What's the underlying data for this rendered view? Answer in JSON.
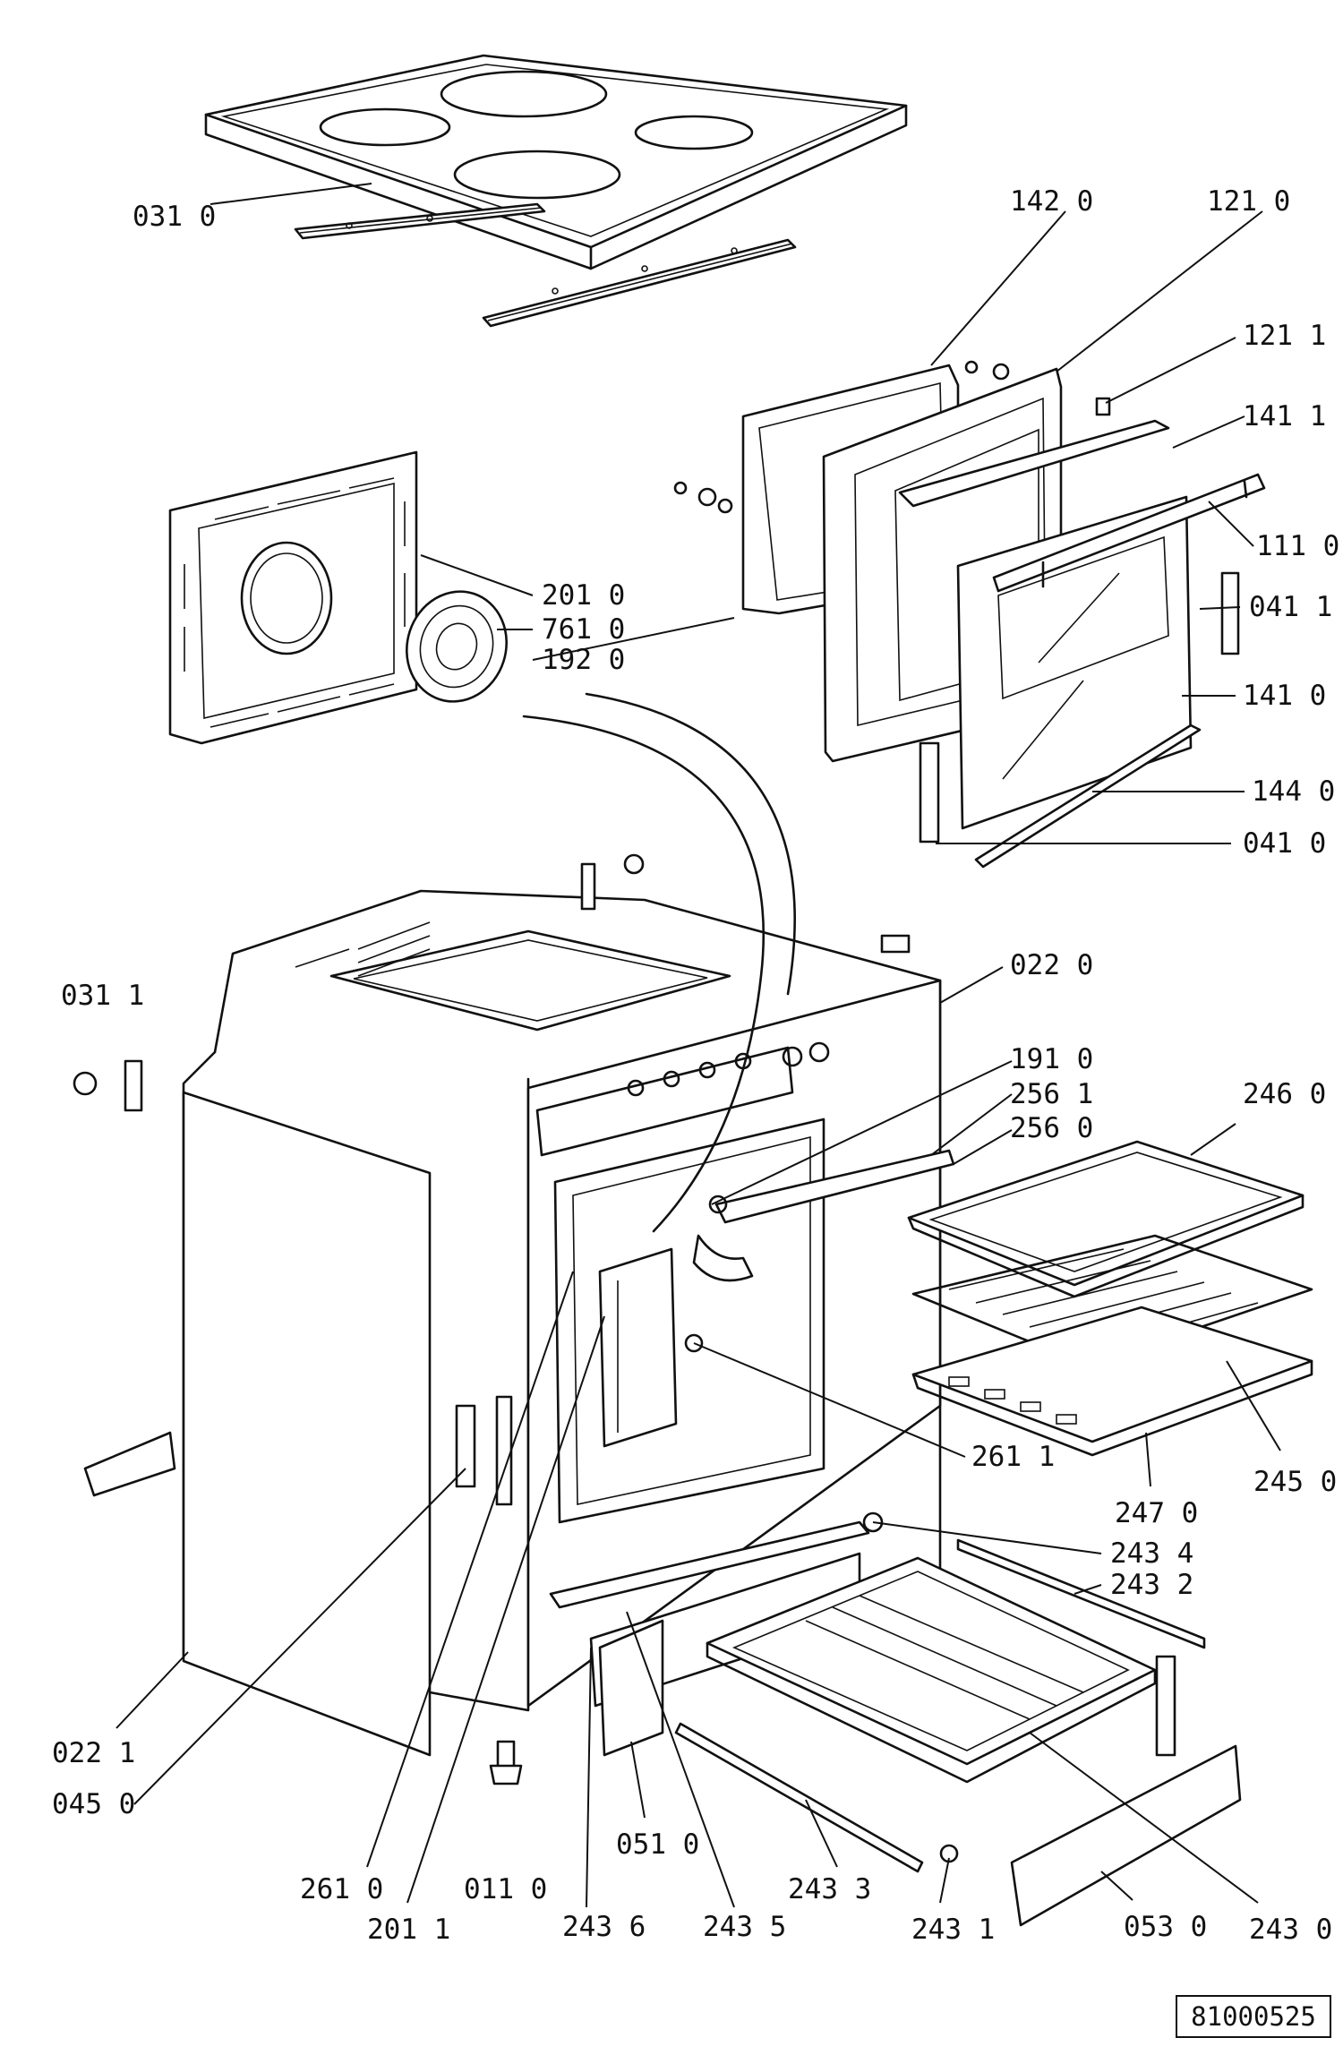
{
  "diagram": {
    "drawing_number": "81000525",
    "part_labels": [
      {
        "id": "031-0",
        "text": "031 0"
      },
      {
        "id": "142-0",
        "text": "142 0"
      },
      {
        "id": "121-0",
        "text": "121 0"
      },
      {
        "id": "121-1",
        "text": "121 1"
      },
      {
        "id": "141-1",
        "text": "141 1"
      },
      {
        "id": "111-0",
        "text": "111 0"
      },
      {
        "id": "041-1",
        "text": "041 1"
      },
      {
        "id": "141-0",
        "text": "141 0"
      },
      {
        "id": "144-0",
        "text": "144 0"
      },
      {
        "id": "041-0",
        "text": "041 0"
      },
      {
        "id": "201-0",
        "text": "201 0"
      },
      {
        "id": "761-0",
        "text": "761 0"
      },
      {
        "id": "192-0",
        "text": "192 0"
      },
      {
        "id": "022-0",
        "text": "022 0"
      },
      {
        "id": "031-1",
        "text": "031 1"
      },
      {
        "id": "191-0",
        "text": "191 0"
      },
      {
        "id": "256-1",
        "text": "256 1"
      },
      {
        "id": "256-0",
        "text": "256 0"
      },
      {
        "id": "246-0",
        "text": "246 0"
      },
      {
        "id": "261-1",
        "text": "261 1"
      },
      {
        "id": "247-0",
        "text": "247 0"
      },
      {
        "id": "245-0",
        "text": "245 0"
      },
      {
        "id": "243-4",
        "text": "243 4"
      },
      {
        "id": "243-2",
        "text": "243 2"
      },
      {
        "id": "022-1",
        "text": "022 1"
      },
      {
        "id": "045-0",
        "text": "045 0"
      },
      {
        "id": "051-0",
        "text": "051 0"
      },
      {
        "id": "261-0",
        "text": "261 0"
      },
      {
        "id": "011-0",
        "text": "011 0"
      },
      {
        "id": "201-1",
        "text": "201 1"
      },
      {
        "id": "243-6",
        "text": "243 6"
      },
      {
        "id": "243-5",
        "text": "243 5"
      },
      {
        "id": "243-3",
        "text": "243 3"
      },
      {
        "id": "243-1",
        "text": "243 1"
      },
      {
        "id": "053-0",
        "text": "053 0"
      },
      {
        "id": "243-0",
        "text": "243 0"
      }
    ]
  }
}
